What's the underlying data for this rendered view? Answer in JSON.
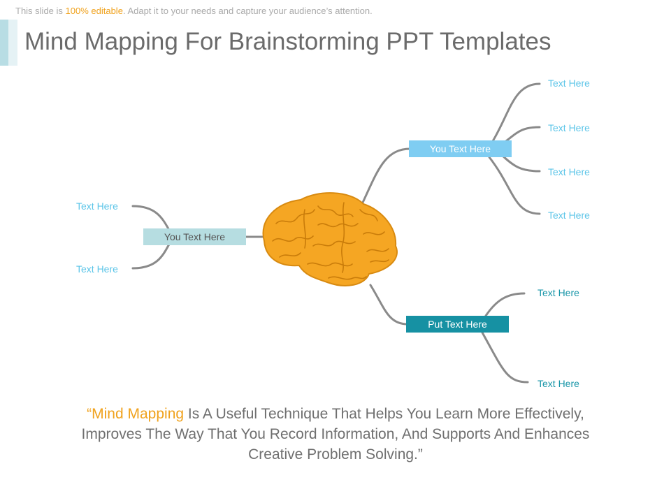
{
  "header": {
    "notice_prefix": "This slide is ",
    "notice_highlight": "100% editable",
    "notice_suffix": ". Adapt it to your needs and capture your audience’s attention.",
    "title": "Mind Mapping For Brainstorming PPT Templates"
  },
  "mindmap": {
    "center_icon": "brain-icon",
    "left_node": {
      "label": "You Text Here",
      "leaves": [
        "Text Here",
        "Text Here"
      ]
    },
    "right_node": {
      "label": "You Text Here",
      "leaves": [
        "Text Here",
        "Text Here",
        "Text Here",
        "Text Here"
      ]
    },
    "bottom_node": {
      "label": "Put Text Here",
      "leaves": [
        "Text Here",
        "Text Here"
      ]
    }
  },
  "quote": {
    "open_mark": "“",
    "highlight": "Mind Mapping",
    "rest": " Is A Useful Technique That Helps You Learn More Effectively, Improves The Way That You Record Information, And Supports And Enhances Creative Problem Solving.”"
  },
  "colors": {
    "accent": "#f0a21d",
    "brain": "#f5a623",
    "brain_outline": "#d88a10",
    "connector": "#8a8a8a",
    "left_box": "#b6dde1",
    "right_box": "#7fcdf2",
    "bottom_box": "#1691a3"
  }
}
